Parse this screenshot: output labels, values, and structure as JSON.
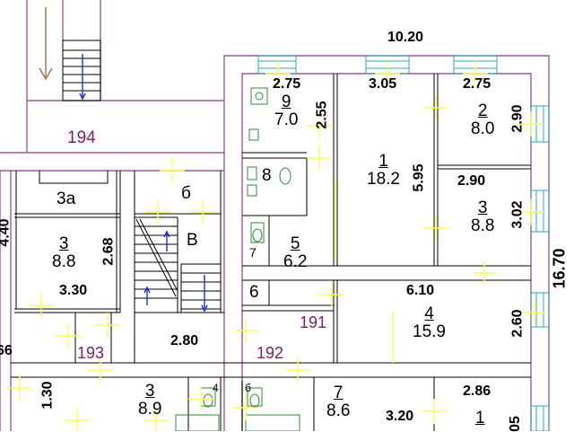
{
  "plan": {
    "overall_width_dim": "10.20",
    "overall_height_dim": "16.70",
    "dims": {
      "d275_left": "2.75",
      "d305": "3.05",
      "d275_right": "2.75",
      "d290_side": "2.90",
      "d255": "2.55",
      "d595": "5.95",
      "d290_inner": "2.90",
      "d302": "3.02",
      "d610": "6.10",
      "d260": "2.60",
      "d440": "4.40",
      "d268": "2.68",
      "d330": "3.30",
      "d280": "2.80",
      "d130": "1.30",
      "d320": "3.20",
      "d286": "2.86",
      "d66": "66",
      "d05": "05"
    },
    "rooms": {
      "r9": {
        "num": "9",
        "area": "7.0"
      },
      "r2": {
        "num": "2",
        "area": "8.0"
      },
      "r1": {
        "num": "1",
        "area": "18.2"
      },
      "r3_right": {
        "num": "3",
        "area": "8.8"
      },
      "r8": {
        "num": "8"
      },
      "r5": {
        "num": "5",
        "area": "6.2"
      },
      "r7_small": {
        "num": "7"
      },
      "r6": {
        "num": "6"
      },
      "r4": {
        "num": "4",
        "area": "15.9"
      },
      "r3a": {
        "num": "3a"
      },
      "r3_left": {
        "num": "3",
        "area": "8.8"
      },
      "rb_small": {
        "num": "б"
      },
      "rv": {
        "num": "В"
      },
      "r3_bottom": {
        "num": "3",
        "area": "8.9"
      },
      "r4_small": {
        "num": "4"
      },
      "r6_small": {
        "num": "б"
      },
      "r7_bottom": {
        "num": "7",
        "area": "8.6"
      },
      "r1_bottom": {
        "num": "1"
      }
    },
    "markers": {
      "m194": "194",
      "m191": "191",
      "m192": "192",
      "m193": "193"
    },
    "colors": {
      "wall": "#9e5a93",
      "line": "#000000",
      "window": "#2aa7b8",
      "crosshair": "#ffff55",
      "marker_text": "#7a1f6a",
      "stair_arrow": "#1f2fd6",
      "entry_arrow": "#a07850"
    }
  }
}
